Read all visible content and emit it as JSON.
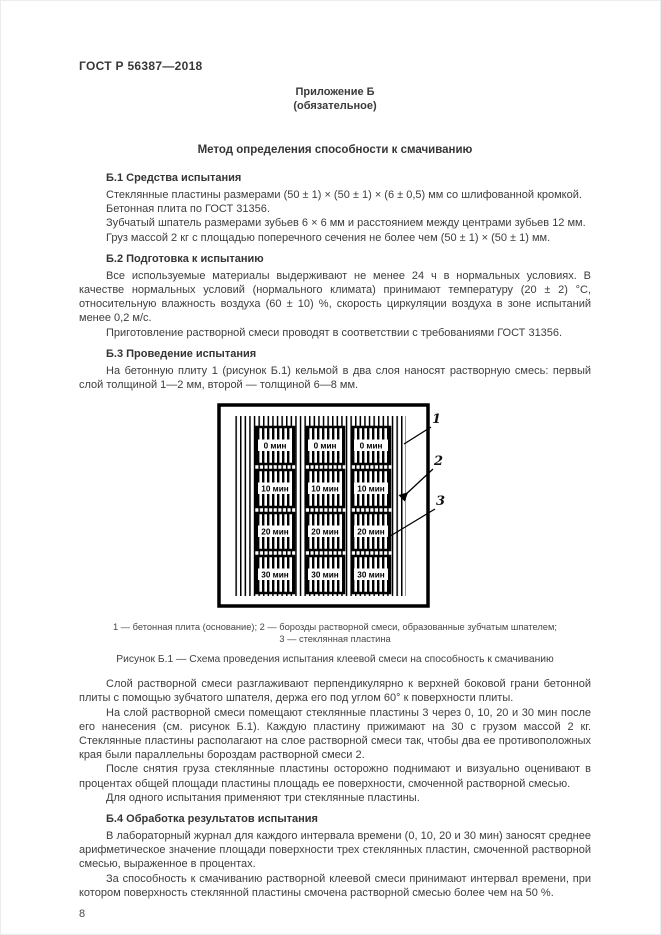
{
  "page": {
    "doc_code": "ГОСТ Р 56387—2018",
    "appendix_label": "Приложение Б",
    "appendix_kind": "(обязательное)",
    "title": "Метод определения способности к смачиванию",
    "page_number": "8"
  },
  "sections": {
    "b1": {
      "heading": "Б.1 Средства испытания",
      "p1": "Стеклянные пластины размерами (50 ± 1) × (50 ± 1) × (6 ± 0,5) мм со шлифованной кромкой.",
      "p2": "Бетонная плита по ГОСТ 31356.",
      "p3": "Зубчатый шпатель размерами зубьев 6 × 6 мм и расстоянием между центрами зубьев 12 мм.",
      "p4": "Груз массой 2 кг с площадью поперечного сечения не более чем (50 ± 1) × (50 ± 1) мм."
    },
    "b2": {
      "heading": "Б.2 Подготовка к испытанию",
      "p1": "Все используемые материалы выдерживают не менее 24 ч в нормальных условиях. В качестве нормальных условий (нормального климата) принимают температуру (20 ± 2) °С, относительную влажность воздуха (60 ± 10) %, скорость циркуляции воздуха в зоне испытаний менее 0,2 м/с.",
      "p2": "Приготовление растворной смеси проводят в соответствии с требованиями ГОСТ 31356."
    },
    "b3": {
      "heading": "Б.3 Проведение испытания",
      "p1": "На бетонную плиту 1 (рисунок Б.1) кельмой в два слоя наносят растворную смесь: первый слой толщиной 1—2 мм, второй — толщиной 6—8 мм.",
      "p2": "Слой растворной смеси разглаживают перпендикулярно к верхней боковой грани бетонной плиты с помощью зубчатого шпателя, держа его под углом 60° к поверхности плиты.",
      "p3": "На слой растворной смеси помещают стеклянные пластины 3 через 0, 10, 20 и 30 мин после его нанесения (см. рисунок Б.1). Каждую пластину прижимают на 30 с грузом массой 2 кг. Стеклянные пластины располагают на слое растворной смеси так, чтобы два ее противоположных края были параллельны бороздам растворной смеси 2.",
      "p4": "После снятия груза стеклянные пластины осторожно поднимают и визуально оценивают в процентах общей площади пластины площадь ее поверхности, смоченной растворной смесью.",
      "p5": "Для одного испытания применяют три стеклянные пластины."
    },
    "b4": {
      "heading": "Б.4 Обработка результатов испытания",
      "p1": "В лабораторный журнал для каждого интервала времени (0, 10, 20 и 30 мин) заносят среднее арифметическое значение площади поверхности трех стеклянных пластин, смоченной растворной смесью, выраженное в процентах.",
      "p2": "За способность к смачиванию растворной клеевой смеси принимают интервал времени, при котором поверхность стеклянной пластины смочена растворной смесью более чем на 50 %."
    }
  },
  "figure": {
    "plate_rows": {
      "r1": "0 мин",
      "r2": "10 мин",
      "r3": "20 мин",
      "r4": "30 мин"
    },
    "callout_1": "1",
    "callout_2": "2",
    "callout_3": "3",
    "legend_line1": "1 — бетонная плита (основание); 2 — борозды растворной смеси, образованные зубчатым шпателем;",
    "legend_line2": "3 — стеклянная пластина",
    "caption": "Рисунок Б.1 — Схема проведения испытания клеевой смеси на способность к смачиванию"
  }
}
